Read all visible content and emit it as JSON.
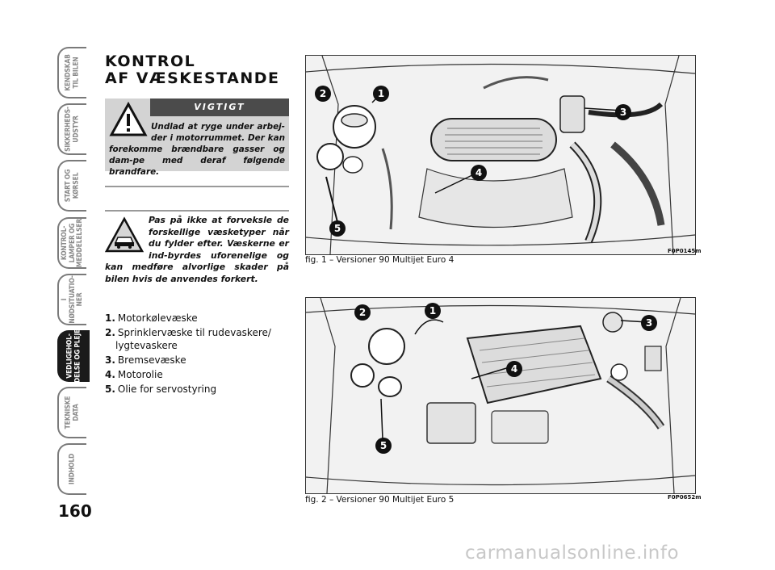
{
  "tabs": [
    {
      "label": "KENDSKAB\nTIL BILEN",
      "active": false
    },
    {
      "label": "SIKKERHEDS-\nUDSTYR",
      "active": false
    },
    {
      "label": "START OG\nKØRSEL",
      "active": false
    },
    {
      "label": "KONTROL-\nLAMPER OG\nMEDDELELSER",
      "active": false
    },
    {
      "label": "I\nNØDSITUATIO-\nNER",
      "active": false
    },
    {
      "label": "VEDLIGEHOL-\nDELSE OG PLEJE",
      "active": true
    },
    {
      "label": "TEKNISKE\nDATA",
      "active": false
    },
    {
      "label": "INDHOLD",
      "active": false
    }
  ],
  "page_number": "160",
  "title_line1": "KONTROL",
  "title_line2": "AF VÆSKESTANDE",
  "warning": {
    "heading": "VIGTIGT",
    "text": "Undlad at ryge under arbej-der i motorrummet. Der kan forekomme brændbare gasser og dam-pe med deraf følgende brandfare."
  },
  "note": {
    "text": "Pas på ikke at forveksle de forskellige væsketyper når du fylder efter. Væskerne er ind-byrdes uforenelige og kan medføre alvorlige skader på bilen hvis de anvendes forkert."
  },
  "items": [
    {
      "num": "1.",
      "text": "Motorkølevæske"
    },
    {
      "num": "2.",
      "text": "Sprinklervæske til rudevaskere/ lygtevaskere"
    },
    {
      "num": "3.",
      "text": "Bremsevæske"
    },
    {
      "num": "4.",
      "text": "Motorolie"
    },
    {
      "num": "5.",
      "text": "Olie for servostyring"
    }
  ],
  "figures": [
    {
      "caption": "fig. 1 – Versioner 90 Multijet Euro 4",
      "code": "F0P0145m",
      "labels": [
        "1",
        "2",
        "3",
        "4",
        "5"
      ]
    },
    {
      "caption": "fig. 2 – Versioner 90 Multijet Euro 5",
      "code": "F0P0652m",
      "labels": [
        "1",
        "2",
        "3",
        "4",
        "5"
      ]
    }
  ],
  "watermark": "carmanualsonline.info"
}
